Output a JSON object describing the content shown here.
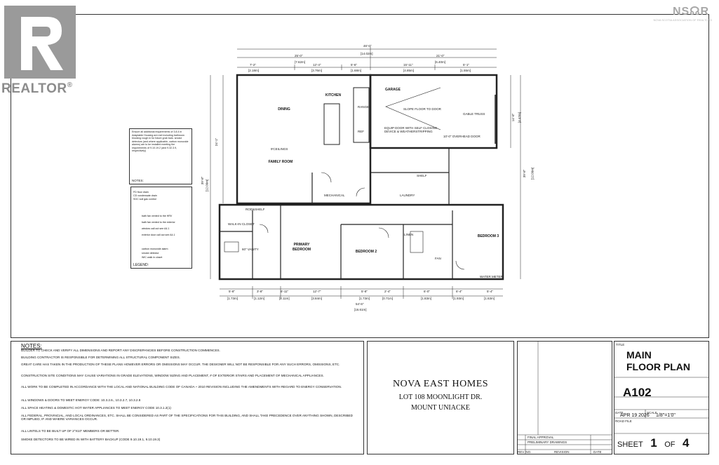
{
  "branding": {
    "realtor_word": "REALTOR",
    "realtor_mark": "®",
    "nsar": "NS☊R",
    "nsar_sub": "NOVA SCOTIA ASSOCIATION OF REALTORS"
  },
  "plan": {
    "rooms": {
      "dining": "DINING",
      "kitchen": "KITCHEN",
      "garage": "GARAGE",
      "family": "FAMILY ROOM",
      "primary": "PRIMARY",
      "primary2": "BEDROOM",
      "bed2": "BEDROOM 2",
      "bed3": "BEDROOM 3",
      "laundry": "LAUNDRY",
      "mechanical": "MECHANICAL",
      "walkin": "WALK-IN CLOSET",
      "ceilings": "9'CEILINGS",
      "slope": "SLOPE FLOOR TO DOOR",
      "equip": "EQUIP DOOR WITH SELF CLOSING DEVICE & WEATHERSTRIPPING",
      "overhead": "10'-0\" OVERHEAD DOOR",
      "gable": "GABLE TRUSS",
      "water": "WATER METER",
      "range": "RANGE",
      "ref": "REF",
      "shelf": "SHELF",
      "rodshelf": "ROD&SHELF",
      "vanity": "60\" VANITY",
      "linen": "LINEN",
      "fan": "FAN"
    },
    "dims_top": [
      "46'-0\"",
      "[14.02m]",
      "25'-0\"",
      "[7.62m]",
      "21'-0\"",
      "[6.40m]",
      "7'-2\"",
      "12'-4\"",
      "5'-6\"",
      "15'-11\"",
      "5'-1\"",
      "[2.18m]",
      "[3.76m]",
      "[1.68m]",
      "[4.85m]",
      "[1.55m]"
    ],
    "dims_bottom": [
      "5'-8\"",
      "3'-8\"",
      "6'-11\"",
      "12'-7\"",
      "5'-8\"",
      "2'-4\"",
      "6'-0\"",
      "6'-4\"",
      "5'-4\"",
      "[1.73m]",
      "[1.12m]",
      "[2.11m]",
      "[3.84m]",
      "[1.73m]",
      "[0.71m]",
      "[1.83m]",
      "[1.93m]",
      "[1.63m]",
      "54'-6\"",
      "[16.61m]"
    ],
    "dims_left": [
      "39'-8\"",
      "[12.09m]",
      "24'-1\""
    ],
    "dims_right": [
      "14'-8\"",
      "[4.47m]",
      "39'-8\"",
      "[12.09m]"
    ],
    "legend_title": "LEGEND:",
    "legend_items": [
      "FD floor drain",
      "CD condensate drain",
      "SGC soil gas control",
      "bath fan vented to the HRV",
      "bath fan vented to the exterior",
      "window call out see A4.1",
      "exterior door call out see A4.1",
      "carbon monoxide alarm",
      "smoke detector",
      "WIC walk in closet"
    ],
    "notes_title": "NOTES:",
    "notes_text": "Ensure all additional requirements of 3.8.4 in Adaptable Housing are met including bathroom blocking rough in for future grab bars. smoke detectors (and where applicable, carbon monoxide alarms) are to be installed meeting the requirements of 9.10.19.2 (and 9.32.3.9, respectively)"
  },
  "notes": {
    "title": "NOTES:",
    "lines": [
      "Builder to check and  verify all dimensions and report any discrepancies before construction   commences.",
      "Building contractor is responsible for determining all structural component sizes.",
      "Great care has taken in the production of these plans however errors or omissions may occur. The designer will not be responsible for any such errors, omissions, etc.",
      "Construction site conditions may cause  variations in grade elevations, window sizing and placement, # of exterior stairs and placement of mechanical appliances.",
      "All work to be completed in accordance with the local and national building code of Canada ~ 2010 revision including the amendments with regard to energy conservation.",
      "All windows & doors to meet energy code: 10.3.2.6., 10.3.2.7, 10.3.2.8",
      "All space heating & domestic hot water appliances to meet energy code 10.3.1.2(1)",
      "All federal, provincial, and local ordinances, etc. shall be considered as  part of the specifications for this building, and shall take precedence over anything shown, described or implied, if and where variances occur.",
      "All lintels to be built up of 2\"x10\" members or better.",
      "Smoke detectors to be wired in with battery backup (code 9.10.19.1, 9.10.19.3)"
    ]
  },
  "company": {
    "name": "NOVA EAST HOMES",
    "lot": "LOT 108 MOONLIGHT DR.",
    "place": "MOUNT UNIACKE"
  },
  "titleblock": {
    "revisions": [
      "FINAL APPROVAL",
      "PRELIMINARY DRAWINGS"
    ],
    "rev_no": "REV. NO.",
    "revision": "REVISION",
    "date": "DATE",
    "title_label": "TITLE",
    "title_line1": "MAIN",
    "title_line2": "FLOOR PLAN",
    "sheet_no": "A102",
    "date_label": "DATE",
    "date_value": "APR 19 2026",
    "scale_label": "SCALE",
    "scale_value": "1/8\"=1'0\"",
    "road_file": "ROAD FILE",
    "sheet_label": "SHEET",
    "sheet_num": "1",
    "of_label": "OF",
    "sheet_total": "4"
  }
}
